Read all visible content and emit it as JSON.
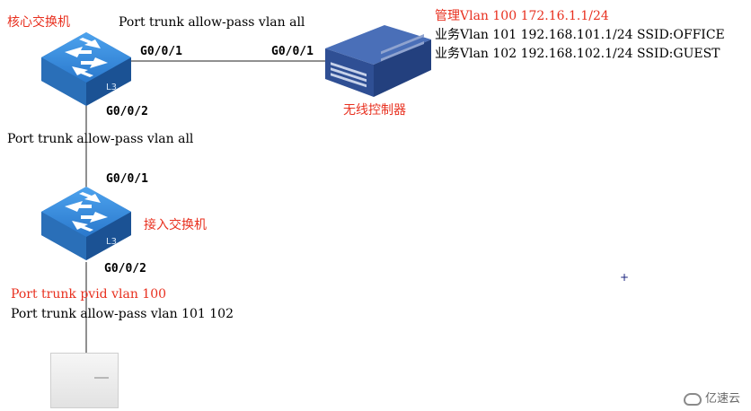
{
  "core_switch": {
    "title": "核心交换机",
    "badge": "L3",
    "port_to_ac": "G0/0/1",
    "port_to_access": "G0/0/2"
  },
  "wireless_controller": {
    "title": "无线控制器",
    "port": "G0/0/1"
  },
  "access_switch": {
    "title": "接入交换机",
    "badge": "L3",
    "port_up": "G0/0/1",
    "port_down": "G0/0/2"
  },
  "link_core_ac": {
    "config": "Port trunk allow-pass vlan all"
  },
  "link_core_access": {
    "config": "Port trunk allow-pass vlan all"
  },
  "link_access_ap": {
    "pvid": "Port trunk pvid vlan 100",
    "allow": "Port trunk allow-pass vlan 101 102"
  },
  "vlan_info": {
    "mgmt": "管理Vlan 100 172.16.1.1/24",
    "office": "业务Vlan 101 192.168.101.1/24 SSID:OFFICE",
    "guest": "业务Vlan 102 192.168.102.1/24 SSID:GUEST"
  },
  "watermark": {
    "text": "亿速云"
  },
  "colors": {
    "annotation_red": "#e8301f",
    "switch_blue": "#2f7fd3",
    "ac_blue": "#3b5fa8"
  }
}
